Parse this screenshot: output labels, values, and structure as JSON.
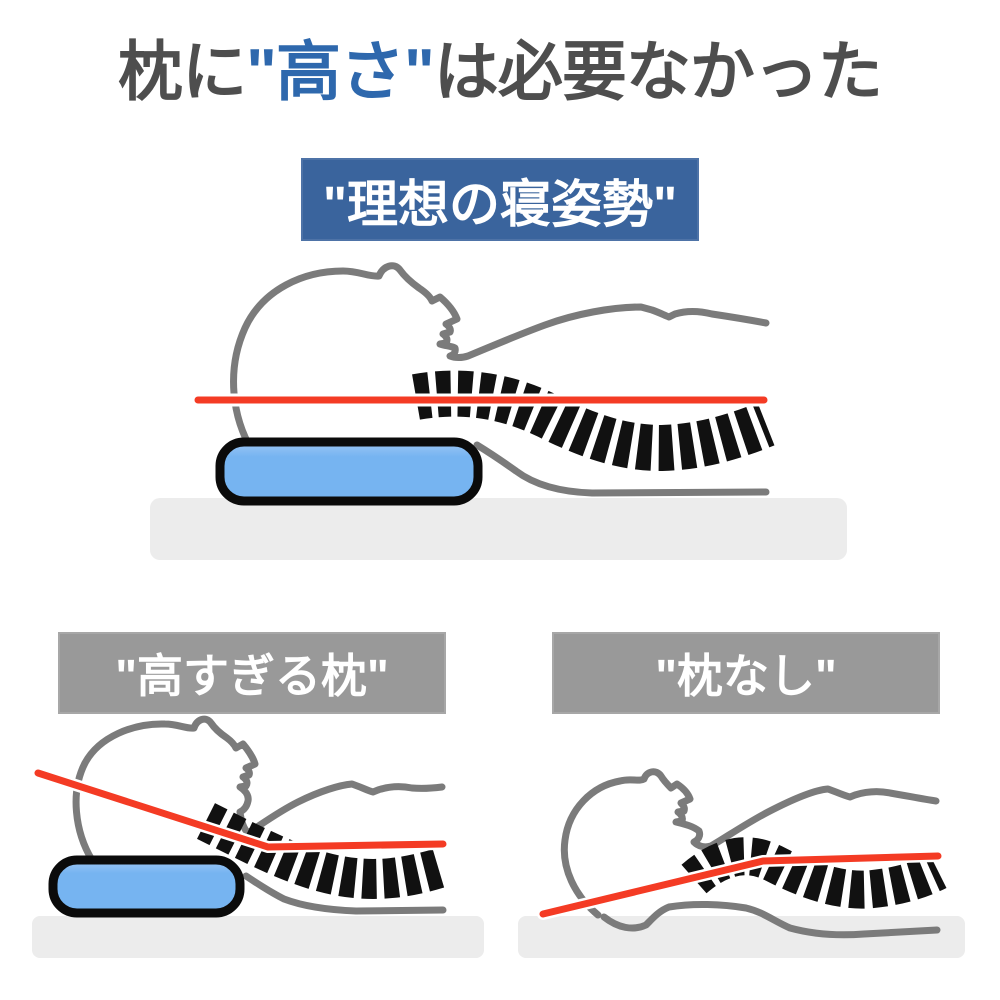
{
  "title": {
    "prefix": "枕に",
    "highlight": "\"高さ\"",
    "suffix": "は必要なかった"
  },
  "panels": {
    "ideal": {
      "label": "\"理想の寝姿勢\""
    },
    "too_high": {
      "label": "\"高すぎる枕\""
    },
    "no_pillow": {
      "label": "\"枕なし\""
    }
  },
  "figures": {
    "ideal": {
      "name": "ideal-sleeping-posture-illustration"
    },
    "too_high": {
      "name": "too-high-pillow-illustration"
    },
    "no_pillow": {
      "name": "no-pillow-illustration"
    }
  },
  "colors": {
    "background": "#ffffff",
    "title_gray": "#4e4e4e",
    "accent_blue": "#2e68ad",
    "banner_blue": "#3a649d",
    "banner_gray": "#999999",
    "banner_text": "#ffffff",
    "outline": "#7b7b7b",
    "spine": "#111111",
    "guide_red": "#f43b24",
    "pillow_fill": "#76b4f1",
    "pillow_fill_light": "#9cc6f5",
    "pillow_border": "#0b0b0b",
    "mattress": "#ececec"
  }
}
